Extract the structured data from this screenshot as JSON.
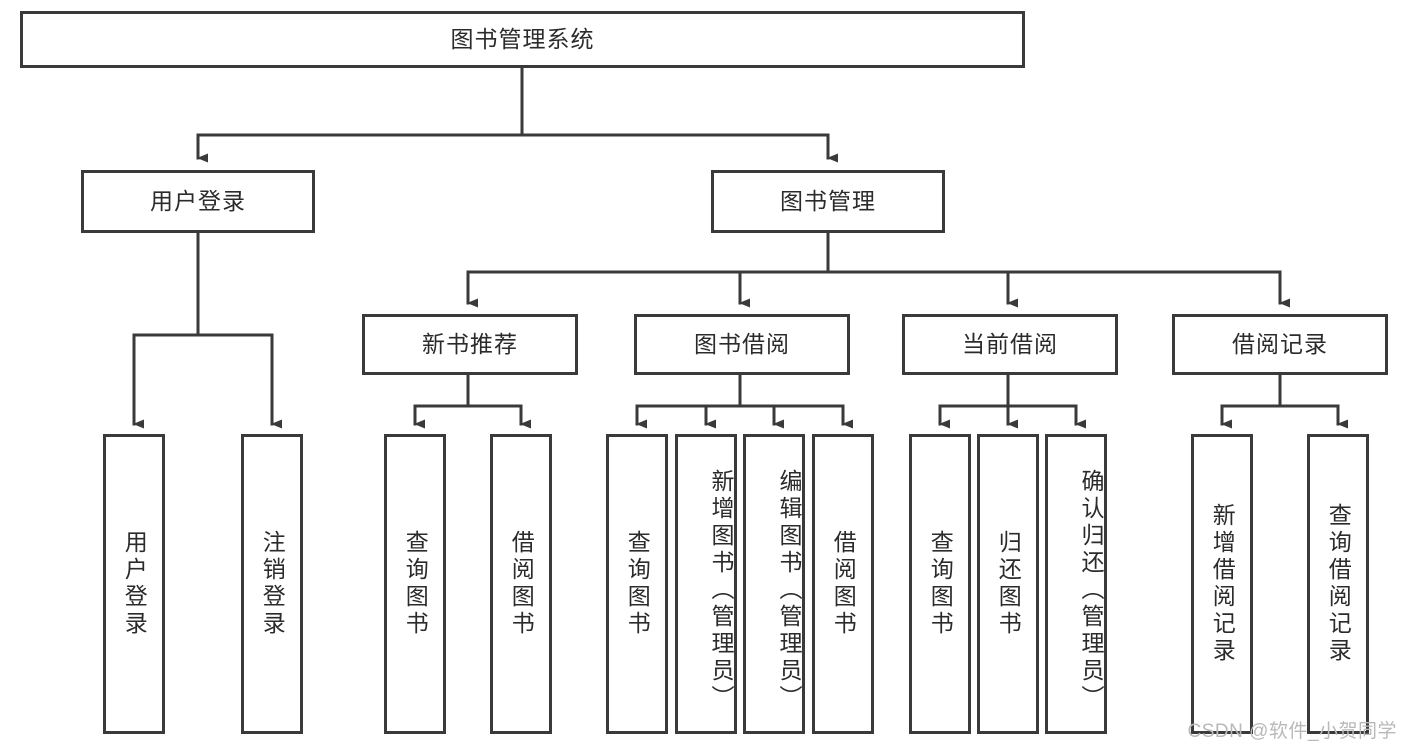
{
  "diagram": {
    "type": "tree-hierarchy",
    "title": "图书管理系统",
    "watermark": "CSDN @软件_小贺同学",
    "colors": {
      "stroke": "#3a3a3a",
      "background": "#ffffff",
      "text": "#2b2b2b",
      "watermark": "#b9b9b9"
    },
    "nodes": {
      "root": {
        "label": "图书管理系统"
      },
      "level2": [
        {
          "id": "user-login",
          "label": "用户登录"
        },
        {
          "id": "book-management",
          "label": "图书管理"
        }
      ],
      "level3": [
        {
          "id": "new-book-recommend",
          "label": "新书推荐"
        },
        {
          "id": "book-borrow",
          "label": "图书借阅"
        },
        {
          "id": "current-borrow",
          "label": "当前借阅"
        },
        {
          "id": "borrow-record",
          "label": "借阅记录"
        }
      ],
      "leaves": {
        "user-login": [
          {
            "id": "leaf-user-login",
            "label": "用户登录"
          },
          {
            "id": "leaf-logout-login",
            "label": "注销登录"
          }
        ],
        "new-book-recommend": [
          {
            "id": "leaf-query-book-1",
            "label": "查询图书"
          },
          {
            "id": "leaf-borrow-book-1",
            "label": "借阅图书"
          }
        ],
        "book-borrow": [
          {
            "id": "leaf-query-book-2",
            "label": "查询图书"
          },
          {
            "id": "leaf-add-book-admin",
            "label": "新增图书（管理员）"
          },
          {
            "id": "leaf-edit-book-admin",
            "label": "编辑图书（管理员）"
          },
          {
            "id": "leaf-borrow-book-2",
            "label": "借阅图书"
          }
        ],
        "current-borrow": [
          {
            "id": "leaf-query-book-3",
            "label": "查询图书"
          },
          {
            "id": "leaf-return-book",
            "label": "归还图书"
          },
          {
            "id": "leaf-confirm-return-admin",
            "label": "确认归还（管理员）"
          }
        ],
        "borrow-record": [
          {
            "id": "leaf-add-borrow-record",
            "label": "新增借阅记录"
          },
          {
            "id": "leaf-query-borrow-record",
            "label": "查询借阅记录"
          }
        ]
      }
    }
  }
}
